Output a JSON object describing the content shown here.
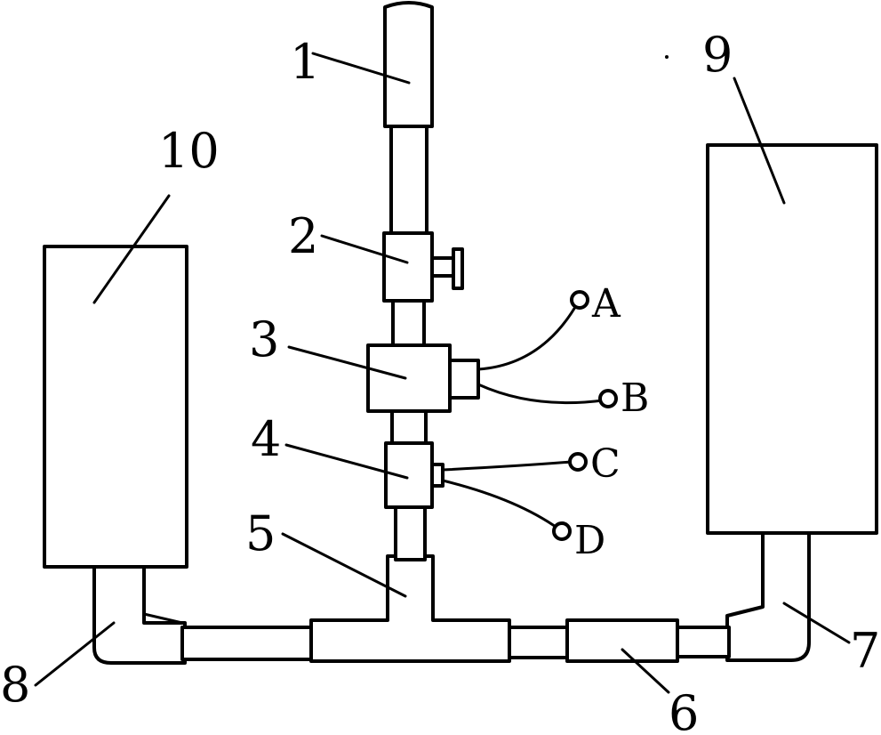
{
  "labels": {
    "n1": "1",
    "n2": "2",
    "n3": "3",
    "n4": "4",
    "n5": "5",
    "n6": "6",
    "n7": "7",
    "n8": "8",
    "n9": "9",
    "n10": "10"
  },
  "terminals": {
    "a": "A",
    "b": "B",
    "c": "C",
    "d": "D"
  }
}
